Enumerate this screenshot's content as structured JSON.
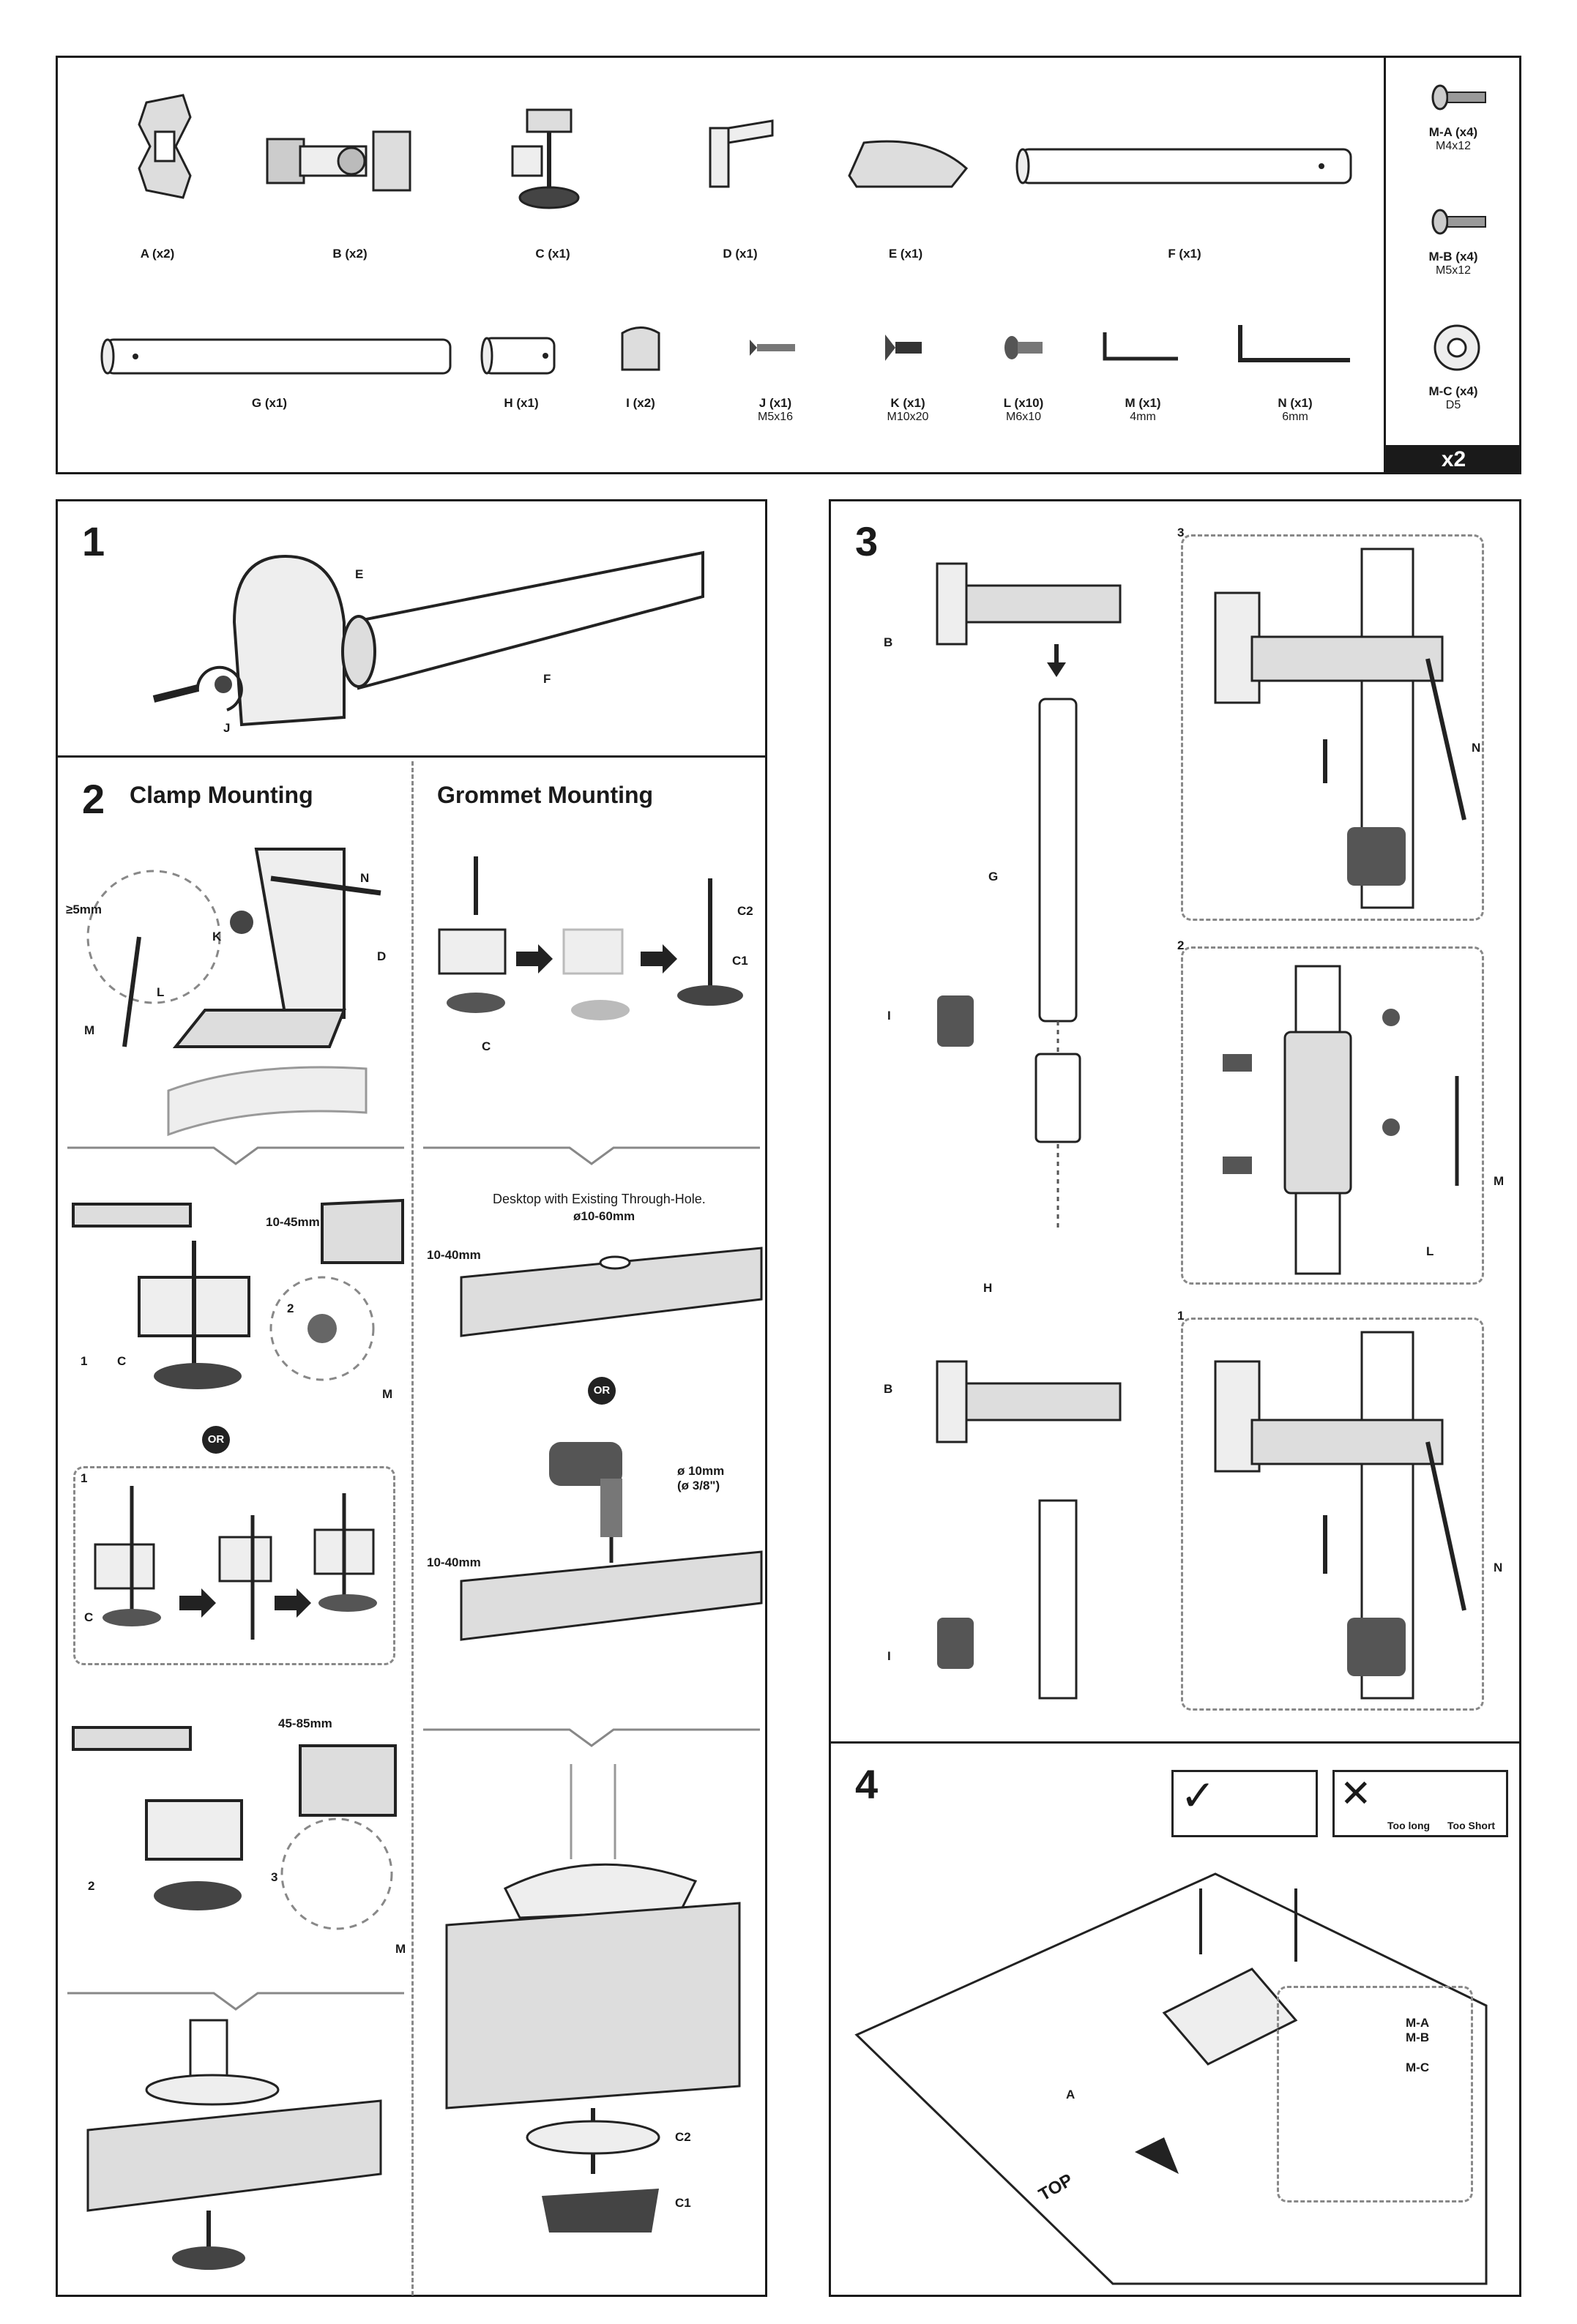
{
  "parts": [
    {
      "label": "A (x2)",
      "spec": ""
    },
    {
      "label": "B (x2)",
      "spec": ""
    },
    {
      "label": "C (x1)",
      "spec": ""
    },
    {
      "label": "D (x1)",
      "spec": ""
    },
    {
      "label": "E (x1)",
      "spec": ""
    },
    {
      "label": "F (x1)",
      "spec": ""
    },
    {
      "label": "G (x1)",
      "spec": ""
    },
    {
      "label": "H (x1)",
      "spec": ""
    },
    {
      "label": "I (x2)",
      "spec": ""
    },
    {
      "label": "J (x1)",
      "spec": "M5x16"
    },
    {
      "label": "K (x1)",
      "spec": "M10x20"
    },
    {
      "label": "L (x10)",
      "spec": "M6x10"
    },
    {
      "label": "M (x1)",
      "spec": "4mm"
    },
    {
      "label": "N (x1)",
      "spec": "6mm"
    }
  ],
  "bag_parts": [
    {
      "label": "M-A (x4)",
      "spec": "M4x12"
    },
    {
      "label": "M-B (x4)",
      "spec": "M5x12"
    },
    {
      "label": "M-C (x4)",
      "spec": "D5"
    }
  ],
  "bag_multiplier": "x2",
  "steps": {
    "s1": {
      "num": "1",
      "callouts": {
        "e": "E",
        "f": "F",
        "j": "J"
      }
    },
    "s2": {
      "num": "2",
      "clamp_title": "Clamp Mounting",
      "grommet_title": "Grommet Mounting",
      "callouts": {
        "n": "N",
        "k": "K",
        "d": "D",
        "l": "L",
        "m": "M",
        "c": "C",
        "c1": "C1",
        "c2": "C2"
      },
      "min_gap": "≥5mm",
      "range1": "10-45mm",
      "range2": "45-85mm",
      "desk_range": "10-40mm",
      "desktop_note": "Desktop with Existing Through-Hole.",
      "hole_range": "ø10-60mm",
      "drill_size": "ø 10mm",
      "drill_size_in": "(ø 3/8\")",
      "or": "OR",
      "sub": {
        "one": "1",
        "two": "2",
        "three": "3"
      }
    },
    "s3": {
      "num": "3",
      "callouts": {
        "b": "B",
        "g": "G",
        "h": "H",
        "i": "I",
        "n": "N",
        "m": "M",
        "l": "L"
      }
    },
    "s4": {
      "num": "4",
      "callouts": {
        "a": "A",
        "ma": "M-A",
        "mb": "M-B",
        "mc": "M-C"
      },
      "too_long": "Too long",
      "too_short": "Too Short",
      "top": "TOP"
    }
  }
}
